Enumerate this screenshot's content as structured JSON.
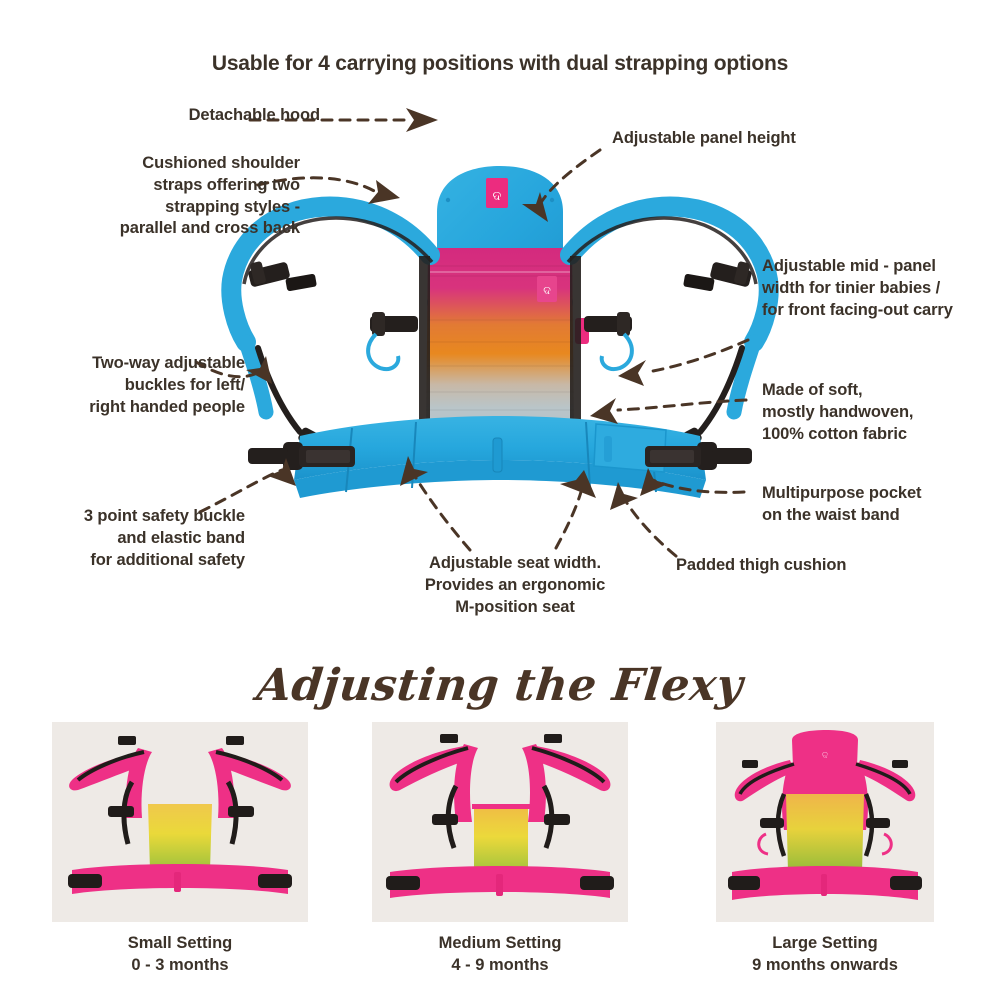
{
  "headline": "Usable for 4 carrying positions with dual strapping options",
  "section_title": "Adjusting the Flexy",
  "colors": {
    "text": "#3b3229",
    "script_text": "#4a3526",
    "carrier_blue": "#2ba9dd",
    "carrier_pink": "#ec2c7f",
    "strap_black": "#241f1d",
    "panel_pink": "#d6297c",
    "panel_orange": "#e8821f",
    "panel_grey": "#b9c4c8",
    "photo_bg": "#efece8",
    "arrow": "#4a3526"
  },
  "annotations": [
    {
      "id": "detachable-hood",
      "text": "Detachable hood",
      "align": "right"
    },
    {
      "id": "cushioned-shoulder-straps",
      "text": "Cushioned shoulder\nstraps offering two\nstrapping styles -\nparallel and cross back",
      "align": "right"
    },
    {
      "id": "two-way-buckles",
      "text": "Two-way adjustable\nbuckles for left/\nright handed people",
      "align": "right"
    },
    {
      "id": "three-point-safety-buckle",
      "text": "3 point safety buckle\nand elastic band\nfor additional safety",
      "align": "right"
    },
    {
      "id": "adjustable-panel-height",
      "text": "Adjustable panel height",
      "align": "left"
    },
    {
      "id": "adjustable-mid-panel-width",
      "text": "Adjustable mid - panel\nwidth for tinier babies /\nfor front facing-out carry",
      "align": "left"
    },
    {
      "id": "soft-handwoven-cotton",
      "text": "Made of soft,\nmostly handwoven,\n100% cotton fabric",
      "align": "left"
    },
    {
      "id": "multipurpose-pocket",
      "text": "Multipurpose pocket\non the waist band",
      "align": "left"
    },
    {
      "id": "padded-thigh-cushion",
      "text": "Padded thigh cushion",
      "align": "left"
    },
    {
      "id": "adjustable-seat-width",
      "text": "Adjustable seat width.\nProvides an ergonomic\nM-position seat",
      "align": "center"
    }
  ],
  "settings": [
    {
      "id": "small",
      "name": "Small Setting",
      "age": "0 - 3 months"
    },
    {
      "id": "medium",
      "name": "Medium Setting",
      "age": "4 - 9 months"
    },
    {
      "id": "large",
      "name": "Large Setting",
      "age": "9 months onwards"
    }
  ],
  "product": {
    "brand_tag": "logo-tag",
    "hood_color": "#2ba9dd",
    "body_color": "#2ba9dd",
    "panel_gradient": [
      "#d6297c",
      "#e8821f",
      "#c9bfb4",
      "#b9c4c8"
    ],
    "sample_panel_gradient": [
      "#f0c24a",
      "#e8d33c",
      "#9dc13a"
    ]
  }
}
